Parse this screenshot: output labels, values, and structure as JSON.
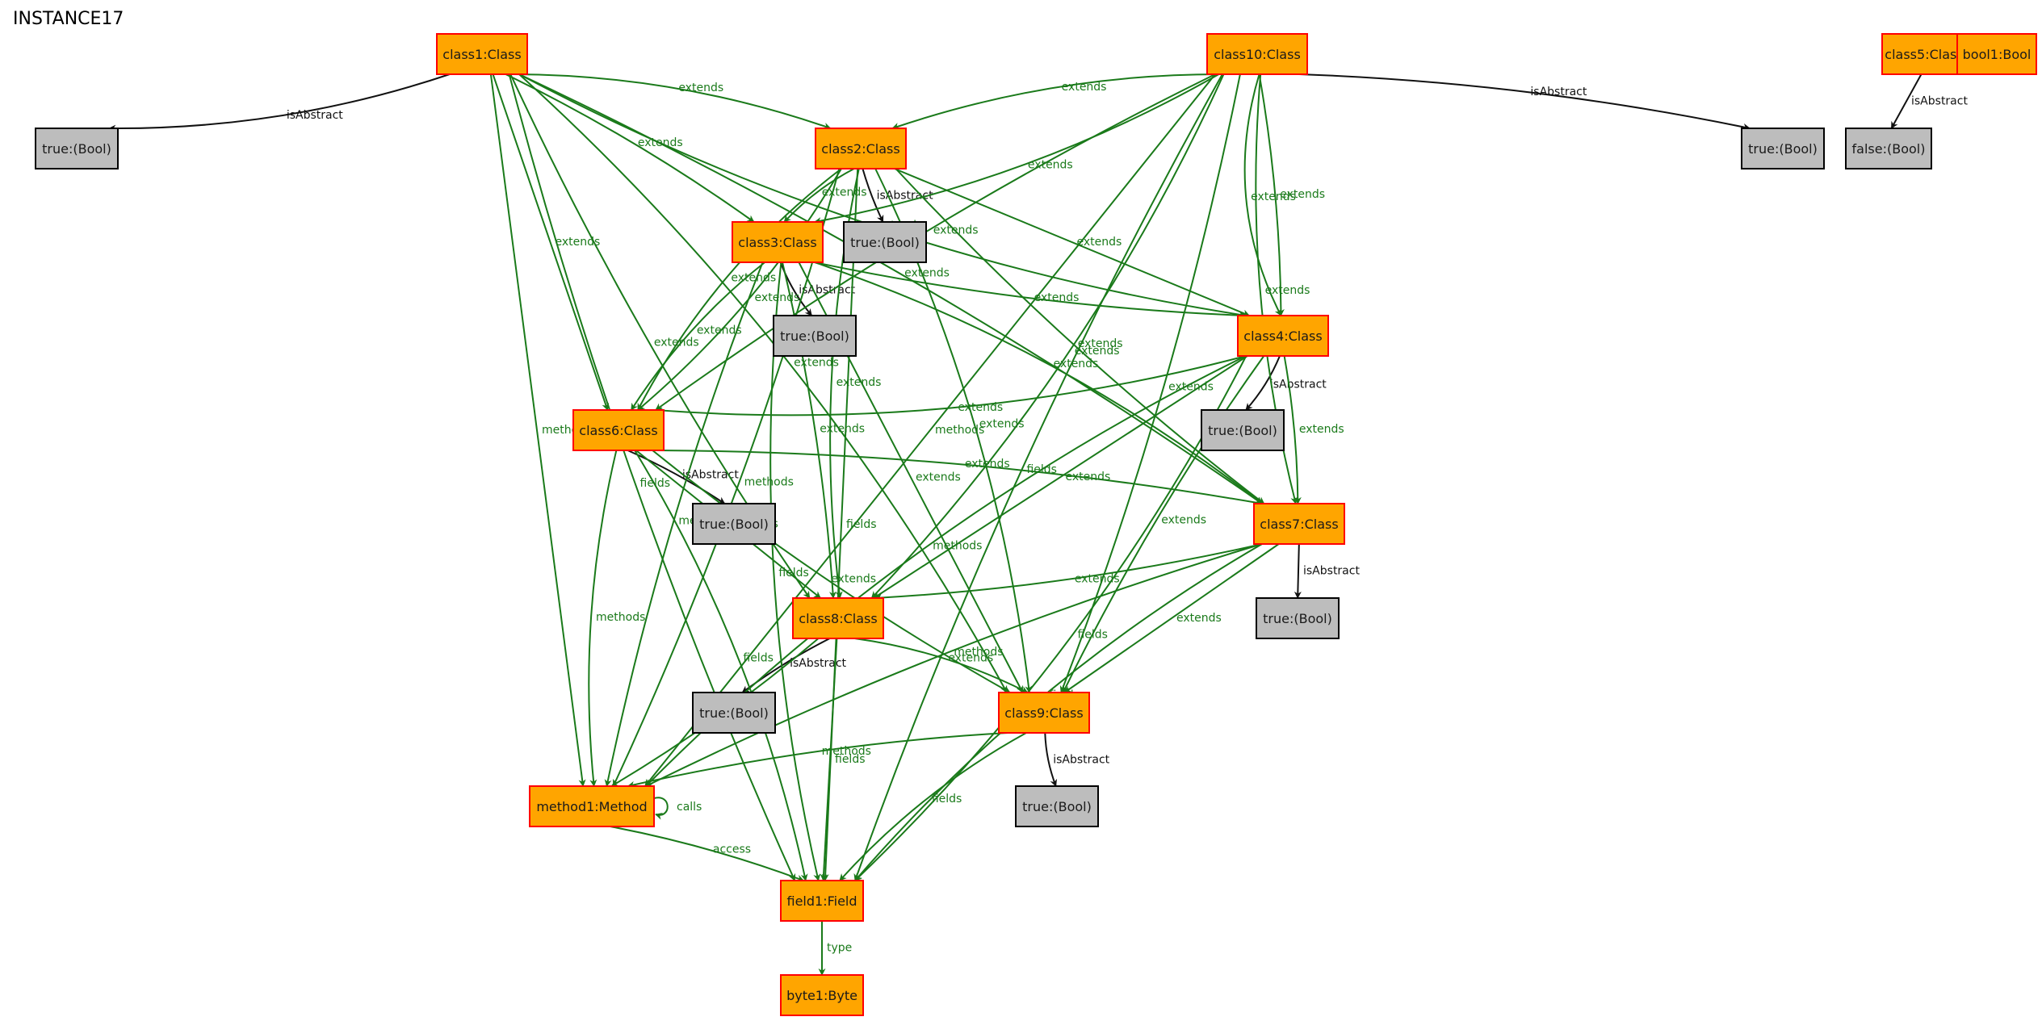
{
  "title": "INSTANCE17",
  "colors": {
    "class_fill": "#ffa500",
    "class_border": "#ff0000",
    "bool_fill": "#bdbdbd",
    "bool_border": "#000000",
    "edge_green": "#1a7a1a",
    "edge_black": "#111111"
  },
  "nodes": [
    {
      "id": "class1",
      "label": "class1:Class",
      "kind": "class"
    },
    {
      "id": "class10",
      "label": "class10:Class",
      "kind": "class"
    },
    {
      "id": "class5",
      "label": "class5:Class",
      "kind": "class"
    },
    {
      "id": "bool1",
      "label": "bool1:Bool",
      "kind": "class"
    },
    {
      "id": "true_c1",
      "label": "true:(Bool)",
      "kind": "bool"
    },
    {
      "id": "class2",
      "label": "class2:Class",
      "kind": "class"
    },
    {
      "id": "true_c10",
      "label": "true:(Bool)",
      "kind": "bool"
    },
    {
      "id": "false_c5",
      "label": "false:(Bool)",
      "kind": "bool"
    },
    {
      "id": "class3",
      "label": "class3:Class",
      "kind": "class"
    },
    {
      "id": "true_c2",
      "label": "true:(Bool)",
      "kind": "bool"
    },
    {
      "id": "true_c3",
      "label": "true:(Bool)",
      "kind": "bool"
    },
    {
      "id": "class4",
      "label": "class4:Class",
      "kind": "class"
    },
    {
      "id": "class6",
      "label": "class6:Class",
      "kind": "class"
    },
    {
      "id": "true_c4",
      "label": "true:(Bool)",
      "kind": "bool"
    },
    {
      "id": "true_c6",
      "label": "true:(Bool)",
      "kind": "bool"
    },
    {
      "id": "class7",
      "label": "class7:Class",
      "kind": "class"
    },
    {
      "id": "class8",
      "label": "class8:Class",
      "kind": "class"
    },
    {
      "id": "true_c7",
      "label": "true:(Bool)",
      "kind": "bool"
    },
    {
      "id": "class9",
      "label": "class9:Class",
      "kind": "class"
    },
    {
      "id": "true_c8",
      "label": "true:(Bool)",
      "kind": "bool"
    },
    {
      "id": "true_c9",
      "label": "true:(Bool)",
      "kind": "bool"
    },
    {
      "id": "method1",
      "label": "method1:Method",
      "kind": "class"
    },
    {
      "id": "field1",
      "label": "field1:Field",
      "kind": "class"
    },
    {
      "id": "byte1",
      "label": "byte1:Byte",
      "kind": "class"
    }
  ],
  "edges": [
    {
      "from": "class1",
      "to": "true_c1",
      "label": "isAbstract",
      "color": "black"
    },
    {
      "from": "class10",
      "to": "true_c10",
      "label": "isAbstract",
      "color": "black"
    },
    {
      "from": "class5",
      "to": "false_c5",
      "label": "isAbstract",
      "color": "black"
    },
    {
      "from": "class2",
      "to": "true_c2",
      "label": "isAbstract",
      "color": "black"
    },
    {
      "from": "class3",
      "to": "true_c3",
      "label": "isAbstract",
      "color": "black"
    },
    {
      "from": "class4",
      "to": "true_c4",
      "label": "isAbstract",
      "color": "black"
    },
    {
      "from": "class6",
      "to": "true_c6",
      "label": "isAbstract",
      "color": "black"
    },
    {
      "from": "class7",
      "to": "true_c7",
      "label": "isAbstract",
      "color": "black"
    },
    {
      "from": "class8",
      "to": "true_c8",
      "label": "isAbstract",
      "color": "black"
    },
    {
      "from": "class9",
      "to": "true_c9",
      "label": "isAbstract",
      "color": "black"
    },
    {
      "from": "class1",
      "to": "class2",
      "label": "extends",
      "color": "green"
    },
    {
      "from": "class1",
      "to": "class3",
      "label": "extends",
      "color": "green"
    },
    {
      "from": "class1",
      "to": "class6",
      "label": "extends",
      "color": "green"
    },
    {
      "from": "class1",
      "to": "class8",
      "label": "extends",
      "color": "green"
    },
    {
      "from": "class1",
      "to": "class4",
      "label": "extends",
      "color": "green"
    },
    {
      "from": "class1",
      "to": "class9",
      "label": "extends",
      "color": "green"
    },
    {
      "from": "class1",
      "to": "class7",
      "label": "extends",
      "color": "green"
    },
    {
      "from": "class1",
      "to": "method1",
      "label": "methods",
      "color": "green"
    },
    {
      "from": "class1",
      "to": "field1",
      "label": "fields",
      "color": "green"
    },
    {
      "from": "class10",
      "to": "class2",
      "label": "extends",
      "color": "green"
    },
    {
      "from": "class10",
      "to": "class3",
      "label": "extends",
      "color": "green"
    },
    {
      "from": "class10",
      "to": "class4",
      "label": "extends",
      "color": "green"
    },
    {
      "from": "class10",
      "to": "class4",
      "label": "extends",
      "color": "green"
    },
    {
      "from": "class10",
      "to": "class6",
      "label": "extends",
      "color": "green"
    },
    {
      "from": "class10",
      "to": "class7",
      "label": "extends",
      "color": "green"
    },
    {
      "from": "class10",
      "to": "class8",
      "label": "extends",
      "color": "green"
    },
    {
      "from": "class10",
      "to": "class9",
      "label": "extends",
      "color": "green"
    },
    {
      "from": "class10",
      "to": "method1",
      "label": "methods",
      "color": "green"
    },
    {
      "from": "class10",
      "to": "field1",
      "label": "fields",
      "color": "green"
    },
    {
      "from": "class2",
      "to": "class3",
      "label": "extends",
      "color": "green"
    },
    {
      "from": "class2",
      "to": "class6",
      "label": "extends",
      "color": "green"
    },
    {
      "from": "class2",
      "to": "class6",
      "label": "extends",
      "color": "green"
    },
    {
      "from": "class2",
      "to": "class4",
      "label": "extends",
      "color": "green"
    },
    {
      "from": "class2",
      "to": "class7",
      "label": "extends",
      "color": "green"
    },
    {
      "from": "class2",
      "to": "class8",
      "label": "extends",
      "color": "green"
    },
    {
      "from": "class2",
      "to": "class9",
      "label": "extends",
      "color": "green"
    },
    {
      "from": "class2",
      "to": "method1",
      "label": "methods",
      "color": "green"
    },
    {
      "from": "class2",
      "to": "field1",
      "label": "fields",
      "color": "green"
    },
    {
      "from": "class3",
      "to": "class4",
      "label": "extends",
      "color": "green"
    },
    {
      "from": "class3",
      "to": "class6",
      "label": "extends",
      "color": "green"
    },
    {
      "from": "class3",
      "to": "class7",
      "label": "extends",
      "color": "green"
    },
    {
      "from": "class3",
      "to": "class8",
      "label": "extends",
      "color": "green"
    },
    {
      "from": "class3",
      "to": "class9",
      "label": "extends",
      "color": "green"
    },
    {
      "from": "class3",
      "to": "method1",
      "label": "methods",
      "color": "green"
    },
    {
      "from": "class3",
      "to": "field1",
      "label": "fields",
      "color": "green"
    },
    {
      "from": "class4",
      "to": "class6",
      "label": "extends",
      "color": "green"
    },
    {
      "from": "class4",
      "to": "class7",
      "label": "extends",
      "color": "green"
    },
    {
      "from": "class4",
      "to": "class8",
      "label": "extends",
      "color": "green"
    },
    {
      "from": "class4",
      "to": "class9",
      "label": "extends",
      "color": "green"
    },
    {
      "from": "class4",
      "to": "method1",
      "label": "methods",
      "color": "green"
    },
    {
      "from": "class4",
      "to": "field1",
      "label": "fields",
      "color": "green"
    },
    {
      "from": "class6",
      "to": "class7",
      "label": "extends",
      "color": "green"
    },
    {
      "from": "class6",
      "to": "class8",
      "label": "extends",
      "color": "green"
    },
    {
      "from": "class6",
      "to": "class9",
      "label": "extends",
      "color": "green"
    },
    {
      "from": "class6",
      "to": "method1",
      "label": "methods",
      "color": "green"
    },
    {
      "from": "class6",
      "to": "field1",
      "label": "fields",
      "color": "green"
    },
    {
      "from": "class7",
      "to": "class8",
      "label": "extends",
      "color": "green"
    },
    {
      "from": "class7",
      "to": "class9",
      "label": "extends",
      "color": "green"
    },
    {
      "from": "class7",
      "to": "method1",
      "label": "methods",
      "color": "green"
    },
    {
      "from": "class7",
      "to": "field1",
      "label": "fields",
      "color": "green"
    },
    {
      "from": "class8",
      "to": "class9",
      "label": "extends",
      "color": "green"
    },
    {
      "from": "class8",
      "to": "method1",
      "label": "methods",
      "color": "green"
    },
    {
      "from": "class8",
      "to": "field1",
      "label": "fields",
      "color": "green"
    },
    {
      "from": "class9",
      "to": "method1",
      "label": "methods",
      "color": "green"
    },
    {
      "from": "class9",
      "to": "field1",
      "label": "fields",
      "color": "green"
    },
    {
      "from": "method1",
      "to": "method1",
      "label": "calls",
      "color": "green"
    },
    {
      "from": "method1",
      "to": "field1",
      "label": "access",
      "color": "green"
    },
    {
      "from": "field1",
      "to": "byte1",
      "label": "type",
      "color": "green"
    }
  ]
}
